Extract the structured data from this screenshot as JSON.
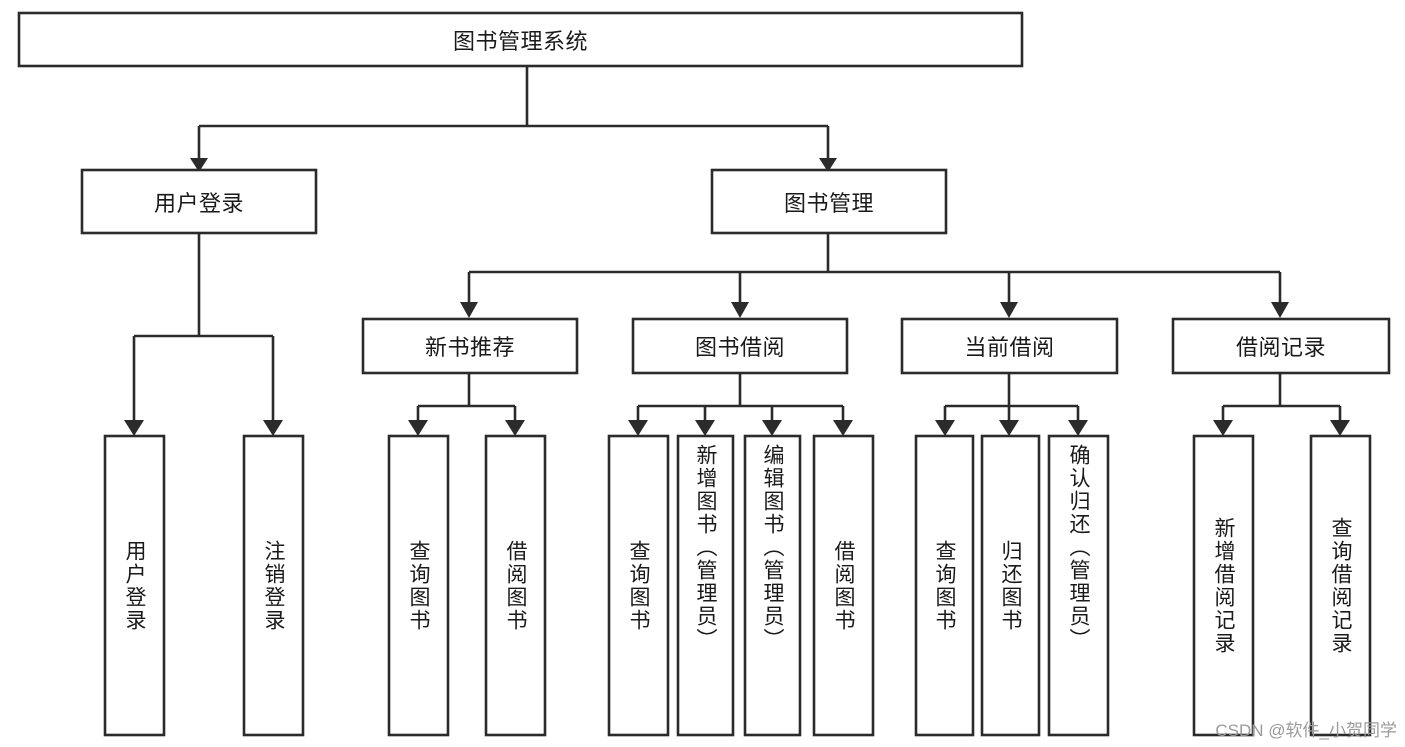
{
  "diagram": {
    "type": "tree",
    "title": "图书管理系统",
    "watermark": "CSDN @软件_小贺同学",
    "colors": {
      "stroke": "#2b2b2b",
      "fill": "#ffffff",
      "text": "#1a1a1a",
      "watermark": "#9a9a9a"
    },
    "root": {
      "label": "图书管理系统"
    },
    "level2": [
      {
        "label": "用户登录"
      },
      {
        "label": "图书管理"
      }
    ],
    "level3": [
      {
        "label": "新书推荐"
      },
      {
        "label": "图书借阅"
      },
      {
        "label": "当前借阅"
      },
      {
        "label": "借阅记录"
      }
    ],
    "leaves": {
      "user_login": [
        {
          "label": "用户登录"
        },
        {
          "label": "注销登录"
        }
      ],
      "new_book_recommend": [
        {
          "label": "查询图书"
        },
        {
          "label": "借阅图书"
        }
      ],
      "book_borrow": [
        {
          "label": "查询图书"
        },
        {
          "label": "新增图书（管理员）"
        },
        {
          "label": "编辑图书（管理员）"
        },
        {
          "label": "借阅图书"
        }
      ],
      "current_borrow": [
        {
          "label": "查询图书"
        },
        {
          "label": "归还图书"
        },
        {
          "label": "确认归还（管理员）"
        }
      ],
      "borrow_record": [
        {
          "label": "新增借阅记录"
        },
        {
          "label": "查询借阅记录"
        }
      ]
    }
  }
}
